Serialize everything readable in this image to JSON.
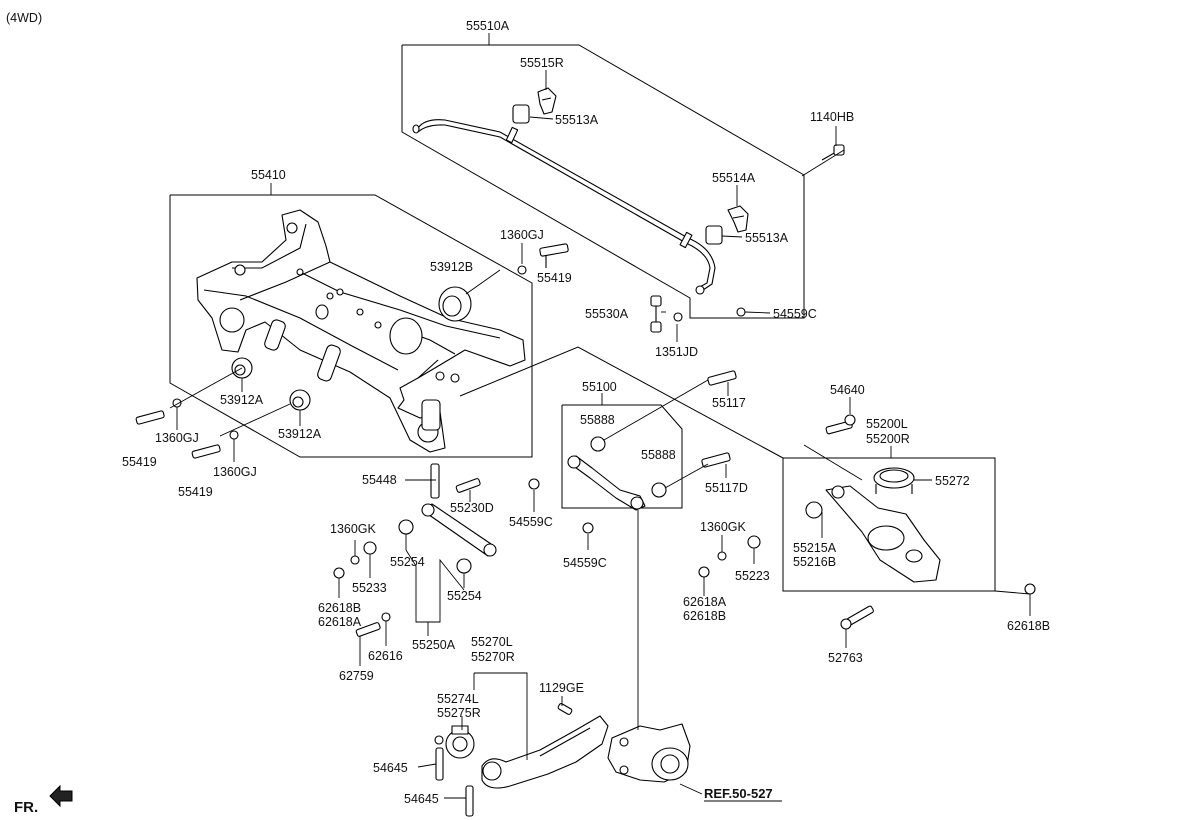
{
  "header": {
    "variant": "(4WD)"
  },
  "ref_label": "REF.50-527",
  "direction_label": "FR.",
  "parts": {
    "p55510A": "55510A",
    "p55515R": "55515R",
    "p55513A_1": "55513A",
    "p1140HB": "1140HB",
    "p55514A": "55514A",
    "p55513A_2": "55513A",
    "p55410": "55410",
    "p1360GJ_1": "1360GJ",
    "p55419_1": "55419",
    "p53912B": "53912B",
    "p55530A": "55530A",
    "p54559C_1": "54559C",
    "p1351JD": "1351JD",
    "p53912A_1": "53912A",
    "p1360GJ_2": "1360GJ",
    "p55419_2": "55419",
    "p53912A_2": "53912A",
    "p1360GJ_3": "1360GJ",
    "p55419_3": "55419",
    "p55100": "55100",
    "p55117": "55117",
    "p55888_1": "55888",
    "p55888_2": "55888",
    "p55117D": "55117D",
    "p54640": "54640",
    "p55200L": "55200L",
    "p55200R": "55200R",
    "p55272": "55272",
    "p55448": "55448",
    "p55230D": "55230D",
    "p54559C_2": "54559C",
    "p54559C_3": "54559C",
    "p1360GK_1": "1360GK",
    "p55254_1": "55254",
    "p55233": "55233",
    "p62618B_1": "62618B",
    "p62618A_1": "62618A",
    "p55254_2": "55254",
    "p62616": "62616",
    "p55250A": "55250A",
    "p62759": "62759",
    "p1360GK_2": "1360GK",
    "p55215A": "55215A",
    "p55216B": "55216B",
    "p55223": "55223",
    "p62618A_2": "62618A",
    "p62618B_2": "62618B",
    "p62618B_3": "62618B",
    "p52763": "52763",
    "p55270L": "55270L",
    "p55270R": "55270R",
    "p1129GE": "1129GE",
    "p55274L": "55274L",
    "p55275R": "55275R",
    "p54645_1": "54645",
    "p54645_2": "54645"
  }
}
